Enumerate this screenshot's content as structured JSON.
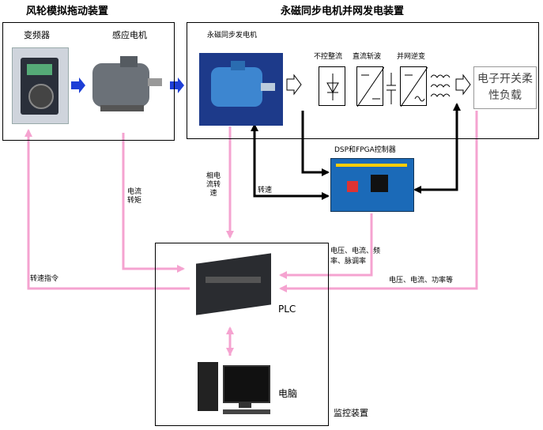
{
  "groups": {
    "wind_turbine_sim": "风轮模拟拖动装置",
    "pmsg_grid": "永磁同步电机并网发电装置",
    "monitor": "监控装置"
  },
  "devices": {
    "inverter": "变频器",
    "induction_motor": "感应电机",
    "pmsg": "永磁同步发电机",
    "rectifier": "不控整流",
    "dc_chopper": "直流斩波",
    "grid_inverter": "并网逆变",
    "load": "电子开关柔性负载",
    "dsp": "DSP和FPGA控制器",
    "plc": "PLC",
    "pc": "电脑"
  },
  "signals": {
    "speed_cmd": "转速指令",
    "current_torque": "电流转矩",
    "phase_current_speed": "相电流转速",
    "speed": "转速",
    "v_i_freq_power": "电压、电流、频率、脉调率",
    "v_i_freq": "电压、电流、功率等"
  },
  "colors": {
    "pink": "#f5a3d0",
    "blue_arrow": "#1e3fd6",
    "black": "#000000"
  }
}
